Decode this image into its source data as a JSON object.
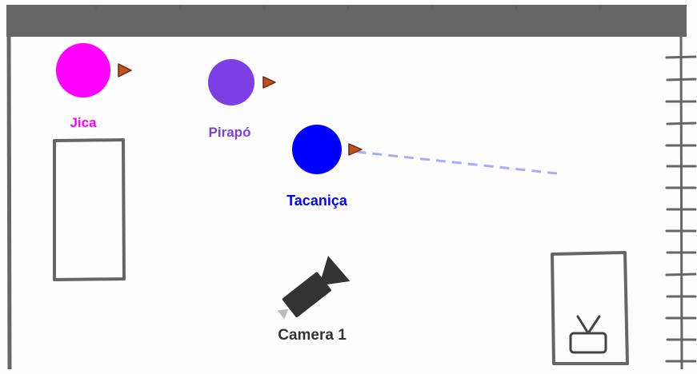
{
  "actors": [
    {
      "id": "jica",
      "name": "Jica",
      "color": "#ff00ff"
    },
    {
      "id": "pirapo",
      "name": "Pirapó",
      "color": "#7b3fe4"
    },
    {
      "id": "tacanica",
      "name": "Tacaniça",
      "color": "#0000ff"
    }
  ],
  "camera": {
    "name": "Camera 1",
    "icon": "video-camera-icon",
    "color": "#333333"
  },
  "props": [
    {
      "id": "tv",
      "icon": "tv-icon"
    }
  ],
  "colors": {
    "wall": "#666666",
    "direction_marker": "#c0501c",
    "movement_path": "#aaaaff"
  }
}
